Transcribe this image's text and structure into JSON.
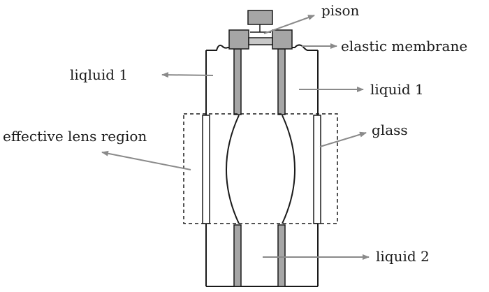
{
  "labels": {
    "piston": "pison",
    "membrane": "elastic membrane",
    "liquid1_left": "liqluid 1",
    "liquid1_right": "liquid 1",
    "lens_region": "effective lens region",
    "glass": "glass",
    "liquid2": "liquid 2"
  },
  "colors": {
    "outline": "#1a1a1a",
    "fill_gray": "#a6a6a6",
    "arrow": "#8a8a8a",
    "background": "#ffffff"
  }
}
